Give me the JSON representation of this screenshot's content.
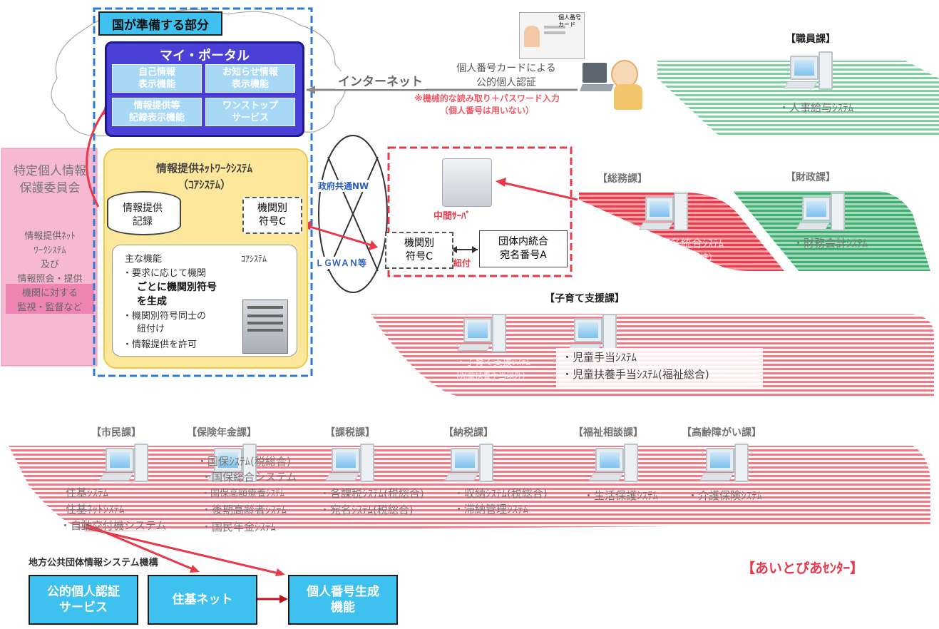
{
  "national": {
    "title": "国が準備する部分",
    "portal": {
      "title": "マイ・ポータル",
      "cells": [
        "自己情報\n表示機能",
        "お知らせ情報\n表示機能",
        "情報提供等\n記録表示機能",
        "ワンストップ\nサービス"
      ]
    },
    "network": {
      "title": "情報提供ﾈｯﾄﾜｰｸｼｽﾃﾑ",
      "subtitle": "（ｺｱｼｽﾃﾑ）",
      "record": "情報提供\n記録",
      "code_c": "機関別\n符号C",
      "core_label": "ｺｱｼｽﾃﾑ",
      "functions_title": "主な機能",
      "functions": [
        "・要求に応じて機関",
        "ごとに機関別符号",
        "を生成",
        "・機関別符号同士の",
        "紐付け",
        "・情報提供を許可"
      ]
    }
  },
  "committee": {
    "title": "特定個人情報\n保護委員会",
    "desc": "情報提供ﾈｯﾄ\nﾜｰｸｼｽﾃﾑ\n及び\n情報照会・提供\n機関に対する\n監視・監督など"
  },
  "internet": {
    "label": "インターネット",
    "auth": "個人番号カードによる\n公的個人認証",
    "note": "※機械的な読み取り＋パスワード入力\n（個人番号は用いない）"
  },
  "card": {
    "title": "個人番号\nカード"
  },
  "wan": {
    "top": "政府共通NW",
    "bottom": "ＬＧＷＡＮ等"
  },
  "middle_server": {
    "label": "中間ｻｰﾊﾞ",
    "code_c": "機関別\n符号C",
    "link": "紐付",
    "address": "団体内統合\n宛名番号A"
  },
  "departments": {
    "staff": {
      "name": "【職員課】",
      "systems": [
        "・人事給与ｼｽﾃﾑ"
      ]
    },
    "general": {
      "name": "【総務課】",
      "systems": [
        "・宛名統合ｼｽﾃﾑ",
        "（中間ｻｰﾊﾞ連携）"
      ]
    },
    "finance": {
      "name": "【財政課】",
      "systems": [
        "・財務会計ｼｽﾃﾑ"
      ]
    },
    "childcare": {
      "name": "【子育て支援課】",
      "systems_a": [
        "・子育て支援ｼｽﾃﾑ",
        "(児童扶養手当以外)"
      ],
      "systems_b": [
        "・児童手当ｼｽﾃﾑ",
        "・児童扶養手当ｼｽﾃﾑ(福祉総合)"
      ]
    },
    "citizen": {
      "name": "【市民課】",
      "systems": [
        "住基ｼｽﾃﾑ",
        "住基ﾈｯﾄｼｽﾃﾑ",
        "・自動交付機システム"
      ]
    },
    "insurance": {
      "name": "【保険年金課】",
      "systems": [
        "・国保ｼｽﾃﾑ(税総合)",
        "・国保総合システム",
        "・国保高額療養ｼｽﾃﾑ",
        "・後期高齢者ｼｽﾃﾑ",
        "・国民年金ｼｽﾃﾑ"
      ]
    },
    "tax": {
      "name": "【課税課】",
      "systems": [
        "・各課税ｼｽﾃﾑ(税総合)",
        "・宛名ｼｽﾃﾑ(税総合)"
      ]
    },
    "collection": {
      "name": "【納税課】",
      "systems": [
        "・収納ｼｽﾃﾑ(税総合)",
        "・滞納管理ｼｽﾃﾑ"
      ]
    },
    "welfare": {
      "name": "【福祉相談課】",
      "systems": [
        "・生活保護ｼｽﾃﾑ"
      ]
    },
    "elderly": {
      "name": "【高齢障がい課】",
      "systems": [
        "・介護保険ｼｽﾃﾑ"
      ]
    }
  },
  "local_org": {
    "title": "地方公共団体情報システム機構",
    "boxes": [
      "公的個人認証\nサービス",
      "住基ネット",
      "個人番号生成\n機能"
    ]
  },
  "center": "【あいとぴあｾﾝﾀｰ】",
  "colors": {
    "red": "#e8394a",
    "green": "#43b174",
    "blue": "#2a7bd4",
    "portal": "#4a3fd6",
    "yellow": "#fde79a"
  }
}
